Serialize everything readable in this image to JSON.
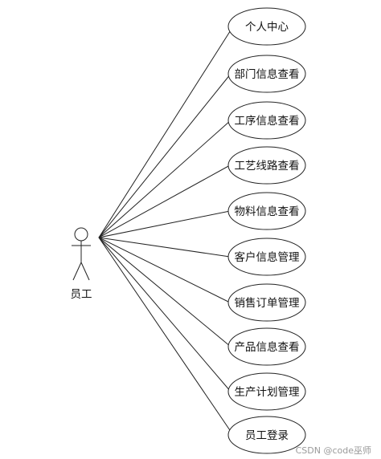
{
  "actor": {
    "label": "员工"
  },
  "use_cases": [
    {
      "label": "个人中心"
    },
    {
      "label": "部门信息查看"
    },
    {
      "label": "工序信息查看"
    },
    {
      "label": "工艺线路查看"
    },
    {
      "label": "物料信息查看"
    },
    {
      "label": "客户信息管理"
    },
    {
      "label": "销售订单管理"
    },
    {
      "label": "产品信息查看"
    },
    {
      "label": "生产计划管理"
    },
    {
      "label": "员工登录"
    }
  ],
  "watermark": {
    "text": "CSDN @code巫师"
  },
  "colors": {
    "line": "#222222",
    "text": "#111111",
    "watermark": "#9a9a9a",
    "background": "#ffffff"
  }
}
